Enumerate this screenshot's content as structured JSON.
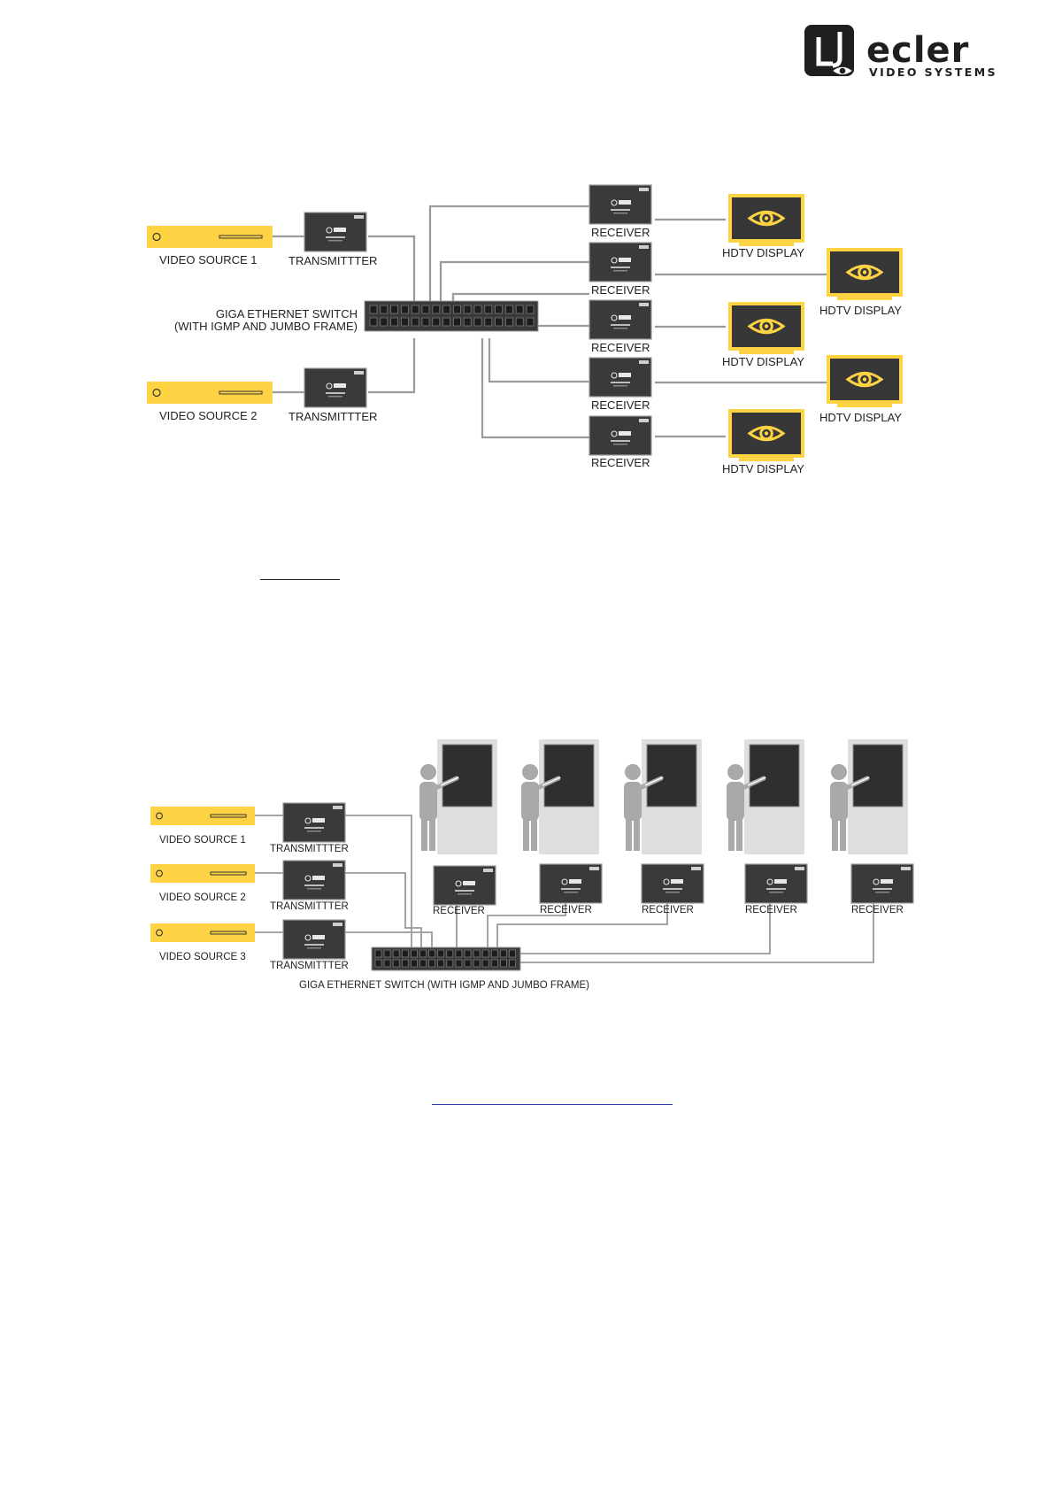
{
  "logo": {
    "word": "ecler",
    "subtitle": "VIDEO SYSTEMS"
  },
  "diagram1": {
    "sources": [
      "VIDEO SOURCE 1",
      "VIDEO SOURCE 2"
    ],
    "transmitter_label": "TRANSMITTTER",
    "switch_label_1": "GIGA ETHERNET SWITCH",
    "switch_label_2": "(WITH IGMP AND JUMBO FRAME)",
    "receiver_label": "RECEIVER",
    "display_label": "HDTV DISPLAY"
  },
  "diagram2": {
    "sources": [
      "VIDEO SOURCE 1",
      "VIDEO SOURCE 2",
      "VIDEO SOURCE 3"
    ],
    "transmitter_label": "TRANSMITTTER",
    "receiver_label": "RECEIVER",
    "switch_label": "GIGA ETHERNET SWITCH (WITH IGMP AND JUMBO FRAME)"
  },
  "colors": {
    "source_yellow": "#fdd344",
    "device_dark": "#3a3a3a",
    "cable_gray": "#9a9a9a",
    "kiosk_gray": "#dedede",
    "person_gray": "#a9a9a9"
  }
}
